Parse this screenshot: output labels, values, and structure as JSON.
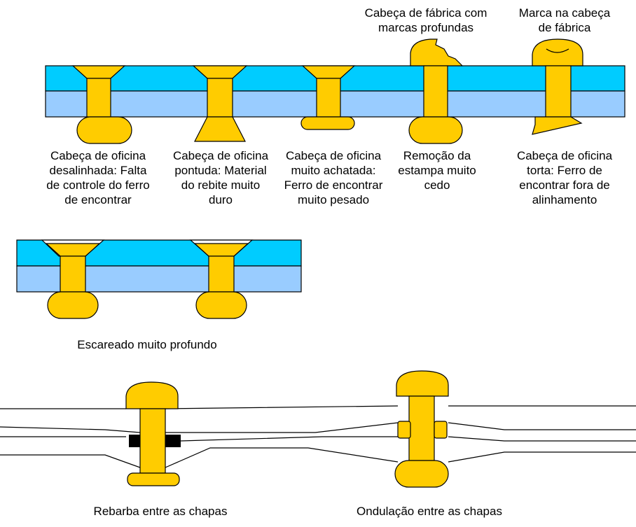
{
  "colors": {
    "rivet": "#FFCC00",
    "rivet_stroke": "#000000",
    "sheet_top": "#00CCFF",
    "sheet_bottom": "#99CCFF",
    "burr": "#000000",
    "line": "#000000"
  },
  "labels": {
    "top_head_deep_marks": "Cabeça de fábrica com\nmarcas profundas",
    "top_head_mark": "Marca na cabeça\nde fábrica",
    "defect_misaligned": "Cabeça de oficina\ndesalinhada: Falta\nde controle do ferro\nde encontrar",
    "defect_pointed": "Cabeça de oficina\npontuda: Material\ndo rebite muito\nduro",
    "defect_flattened": "Cabeça de oficina\nmuito achatada:\nFerro de encontrar\nmuito pesado",
    "defect_stamp_removed": "Remoção da\nestampa muito\ncedo",
    "defect_twisted": "Cabeça de oficina\ntorta: Ferro de\nencontrar fora de\nalinhamento",
    "countersink_deep": "Escareado muito profundo",
    "burr_between_sheets": "Rebarba entre as chapas",
    "wave_between_sheets": "Ondulação entre as chapas"
  }
}
